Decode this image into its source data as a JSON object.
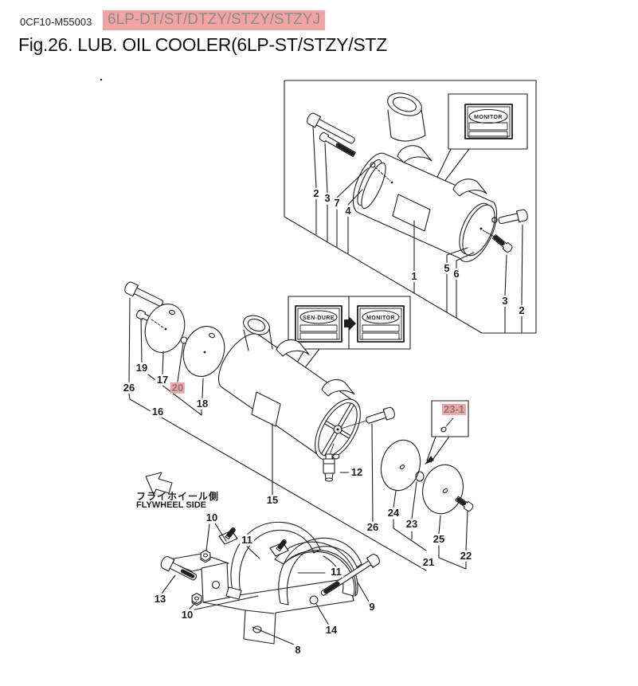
{
  "header": {
    "doc_code": "0CF10-M55003",
    "models_highlight": "6LP-DT/ST/DTZY/STZY/STZYJ"
  },
  "title": "Fig.26.  LUB. OIL COOLER(6LP-ST/STZY/STZ",
  "decals": {
    "monitor_top": "MONITOR",
    "sendure": "SEN-DURE",
    "monitor_mid": "MONITOR"
  },
  "flywheel": {
    "jp": "フライホイール側",
    "en": "FLYWHEEL SIDE"
  },
  "colors": {
    "highlight_pink": "#f2a4a4",
    "highlight_text": "#7d7d7d",
    "line": "#1f1f1f"
  },
  "callouts": [
    {
      "label": "2"
    },
    {
      "label": "3"
    },
    {
      "label": "7"
    },
    {
      "label": "4"
    },
    {
      "label": "1"
    },
    {
      "label": "5"
    },
    {
      "label": "6"
    },
    {
      "label": "3"
    },
    {
      "label": "2"
    },
    {
      "label": "19"
    },
    {
      "label": "17"
    },
    {
      "label": "20"
    },
    {
      "label": "18"
    },
    {
      "label": "26"
    },
    {
      "label": "16"
    },
    {
      "label": "15"
    },
    {
      "label": "12"
    },
    {
      "label": "26"
    },
    {
      "label": "24"
    },
    {
      "label": "23"
    },
    {
      "label": "23-1"
    },
    {
      "label": "25"
    },
    {
      "label": "22"
    },
    {
      "label": "21"
    },
    {
      "label": "10"
    },
    {
      "label": "11"
    },
    {
      "label": "11"
    },
    {
      "label": "13"
    },
    {
      "label": "10"
    },
    {
      "label": "14"
    },
    {
      "label": "8"
    },
    {
      "label": "9"
    }
  ]
}
